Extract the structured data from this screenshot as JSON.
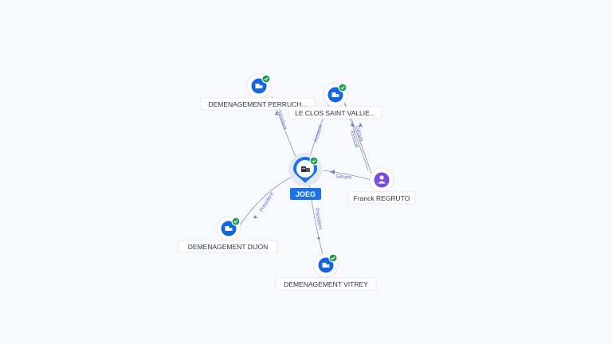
{
  "graph": {
    "central": {
      "id": "joeg",
      "label": "JOEG",
      "icon": "building-icon",
      "verified": true,
      "color": "#1a73e8"
    },
    "nodes": [
      {
        "id": "perruch",
        "label": "DEMENAGEMENT PERRUCH...",
        "type": "company",
        "icon": "building-icon",
        "verified": true
      },
      {
        "id": "clos",
        "label": "LE CLOS SAINT VALLIE...",
        "type": "company",
        "icon": "building-icon",
        "verified": true
      },
      {
        "id": "franck",
        "label": "Franck REGRUTO",
        "type": "person",
        "icon": "person-icon",
        "verified": false
      },
      {
        "id": "dijon",
        "label": "DEMENAGEMENT DIJON",
        "type": "company",
        "icon": "building-icon",
        "verified": true
      },
      {
        "id": "vitrey",
        "label": "DEMENAGEMENT VITREY",
        "type": "company",
        "icon": "building-icon",
        "verified": true
      }
    ],
    "edges": [
      {
        "from": "joeg",
        "to": "perruch",
        "label": "Président"
      },
      {
        "from": "joeg",
        "to": "clos",
        "label": "Associé"
      },
      {
        "from": "franck",
        "to": "joeg",
        "label": "Gérant"
      },
      {
        "from": "franck",
        "to": "clos",
        "label": "Gérant"
      },
      {
        "from": "franck",
        "to": "clos",
        "label": "Associé"
      },
      {
        "from": "joeg",
        "to": "dijon",
        "label": "Président"
      },
      {
        "from": "joeg",
        "to": "vitrey",
        "label": "Président"
      }
    ],
    "colors": {
      "company": "#1565e0",
      "person": "#7c4ddd",
      "verified": "#1e9e4e",
      "edge": "#8b93a6",
      "edge_label": "#5b76c9"
    }
  }
}
